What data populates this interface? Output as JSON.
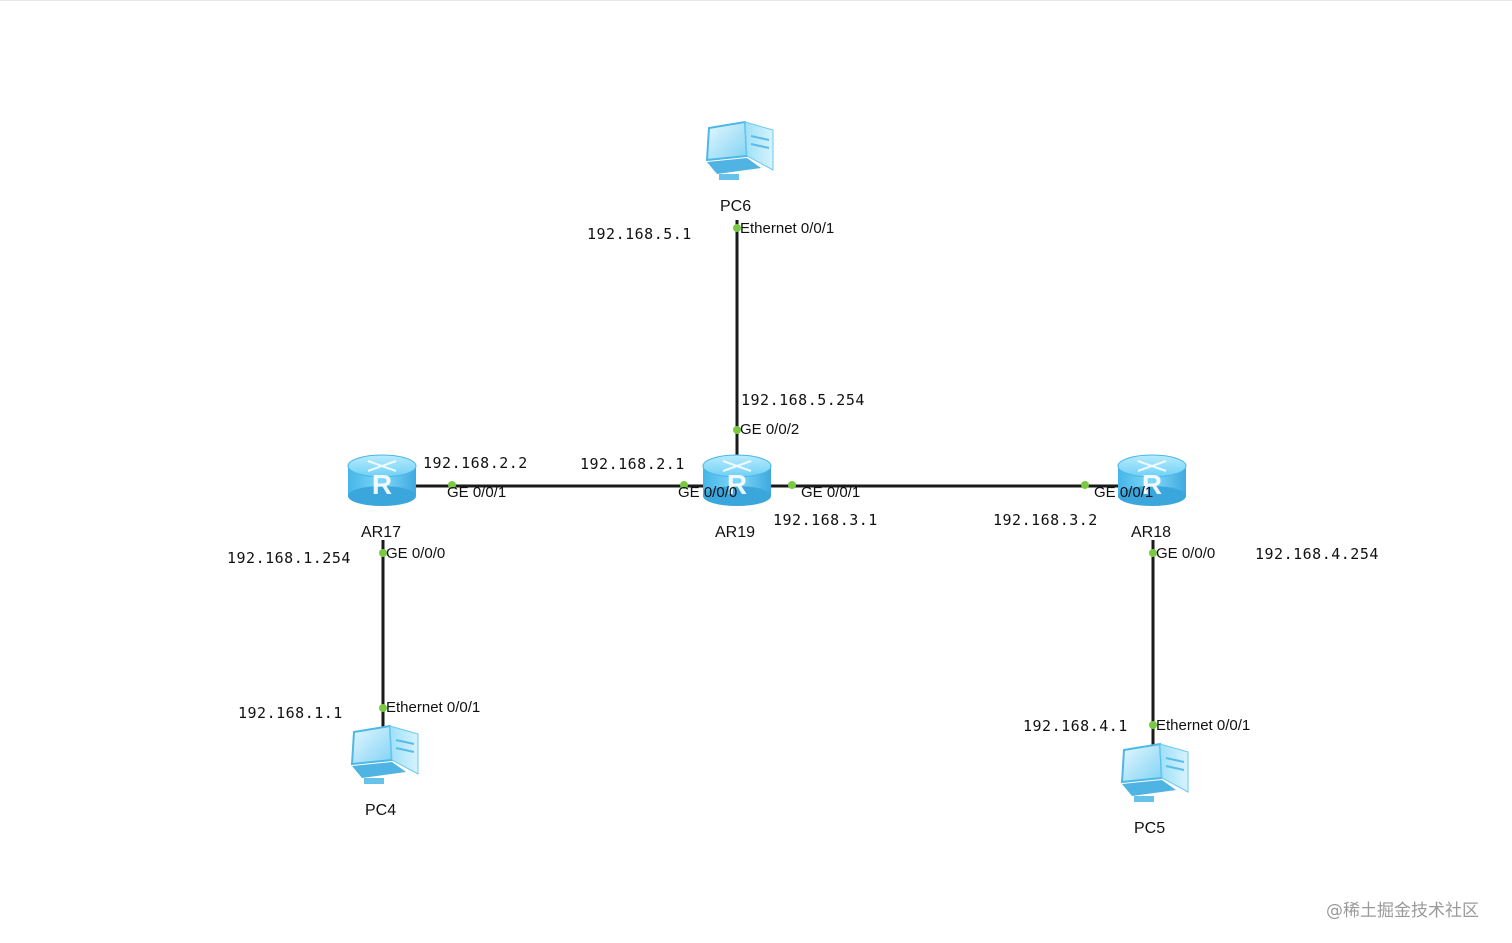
{
  "devices": {
    "pc6": {
      "name": "PC6",
      "port": "Ethernet 0/0/1",
      "ip": "192.168.5.1"
    },
    "ar19": {
      "name": "AR19",
      "port_up": "GE 0/0/2",
      "ip_up": "192.168.5.254",
      "port_left": "GE 0/0/0",
      "ip_left": "192.168.2.1",
      "port_right": "GE 0/0/1",
      "ip_right": "192.168.3.1"
    },
    "ar17": {
      "name": "AR17",
      "port_right": "GE 0/0/1",
      "ip_right": "192.168.2.2",
      "port_down": "GE 0/0/0",
      "ip_down": "192.168.1.254"
    },
    "ar18": {
      "name": "AR18",
      "port_left": "GE 0/0/1",
      "ip_left": "192.168.3.2",
      "port_down": "GE 0/0/0",
      "ip_down": "192.168.4.254"
    },
    "pc4": {
      "name": "PC4",
      "port": "Ethernet 0/0/1",
      "ip": "192.168.1.1"
    },
    "pc5": {
      "name": "PC5",
      "port": "Ethernet 0/0/1",
      "ip": "192.168.4.1"
    }
  },
  "colors": {
    "link": "#1a1a1a",
    "port_dot": "#7ac943",
    "router_body": "#5cc4ef",
    "pc_body": "#8fd6f5"
  },
  "watermark": "@稀土掘金技术社区"
}
